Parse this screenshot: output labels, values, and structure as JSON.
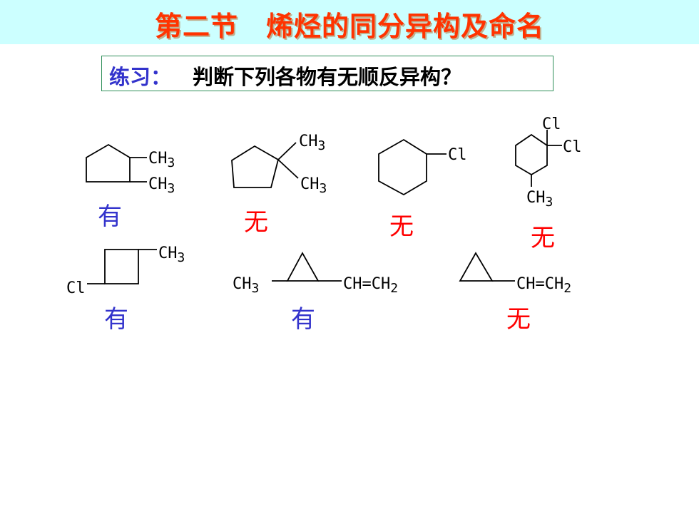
{
  "title": "第二节　烯烃的同分异构及命名",
  "question": {
    "label": "练习：",
    "text": "判断下列各物有无顺反异构？"
  },
  "molecules": {
    "m1": {
      "sub1": "CH3",
      "sub2": "CH3",
      "answer": "有"
    },
    "m2": {
      "sub1": "CH3",
      "sub2": "CH3",
      "answer": "无"
    },
    "m3": {
      "sub1": "Cl",
      "answer": "无"
    },
    "m4": {
      "sub1": "Cl",
      "sub2": "Cl",
      "sub3": "CH3",
      "answer": "无"
    },
    "m5": {
      "sub1": "CH3",
      "sub2": "Cl",
      "answer": "有"
    },
    "m6": {
      "left": "CH3",
      "right": "CH=CH2",
      "answer": "有"
    },
    "m7": {
      "right": "CH=CH2",
      "answer": "无"
    }
  },
  "colors": {
    "title": "#ff3300",
    "header_bg": "#ccffff",
    "yes": "#3333cc",
    "no": "#ff0000"
  }
}
